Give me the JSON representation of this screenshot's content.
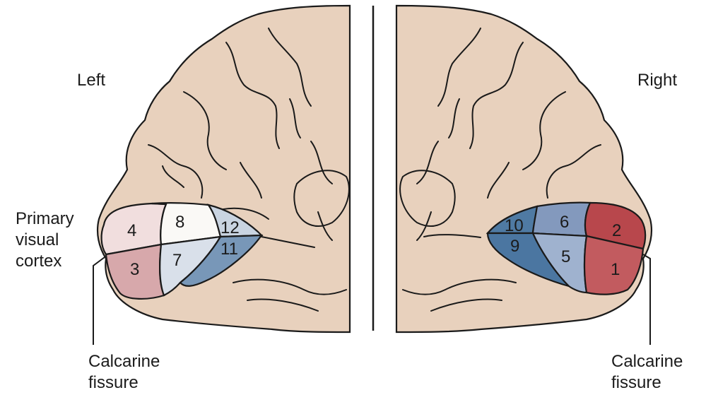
{
  "labels": {
    "left": "Left",
    "right": "Right",
    "primary_visual_cortex": [
      "Primary",
      "visual",
      "cortex"
    ],
    "calcarine_left": [
      "Calcarine",
      "fissure"
    ],
    "calcarine_right": [
      "Calcarine",
      "fissure"
    ]
  },
  "regions": {
    "left": [
      {
        "id": "4",
        "color": "#f1dede"
      },
      {
        "id": "8",
        "color": "#faf9f6"
      },
      {
        "id": "12",
        "color": "#c9d4e1"
      },
      {
        "id": "3",
        "color": "#d7a8ab"
      },
      {
        "id": "7",
        "color": "#d9e0ea"
      },
      {
        "id": "11",
        "color": "#7897b8"
      }
    ],
    "right": [
      {
        "id": "10",
        "color": "#4f7aa3"
      },
      {
        "id": "6",
        "color": "#8399bd"
      },
      {
        "id": "2",
        "color": "#b8474c"
      },
      {
        "id": "9",
        "color": "#4b76a1"
      },
      {
        "id": "5",
        "color": "#9fb2cf"
      },
      {
        "id": "1",
        "color": "#c25b5f"
      }
    ]
  },
  "colors": {
    "brain": "#e8d1bd",
    "outline": "#1a1a1a",
    "background": "#ffffff"
  }
}
